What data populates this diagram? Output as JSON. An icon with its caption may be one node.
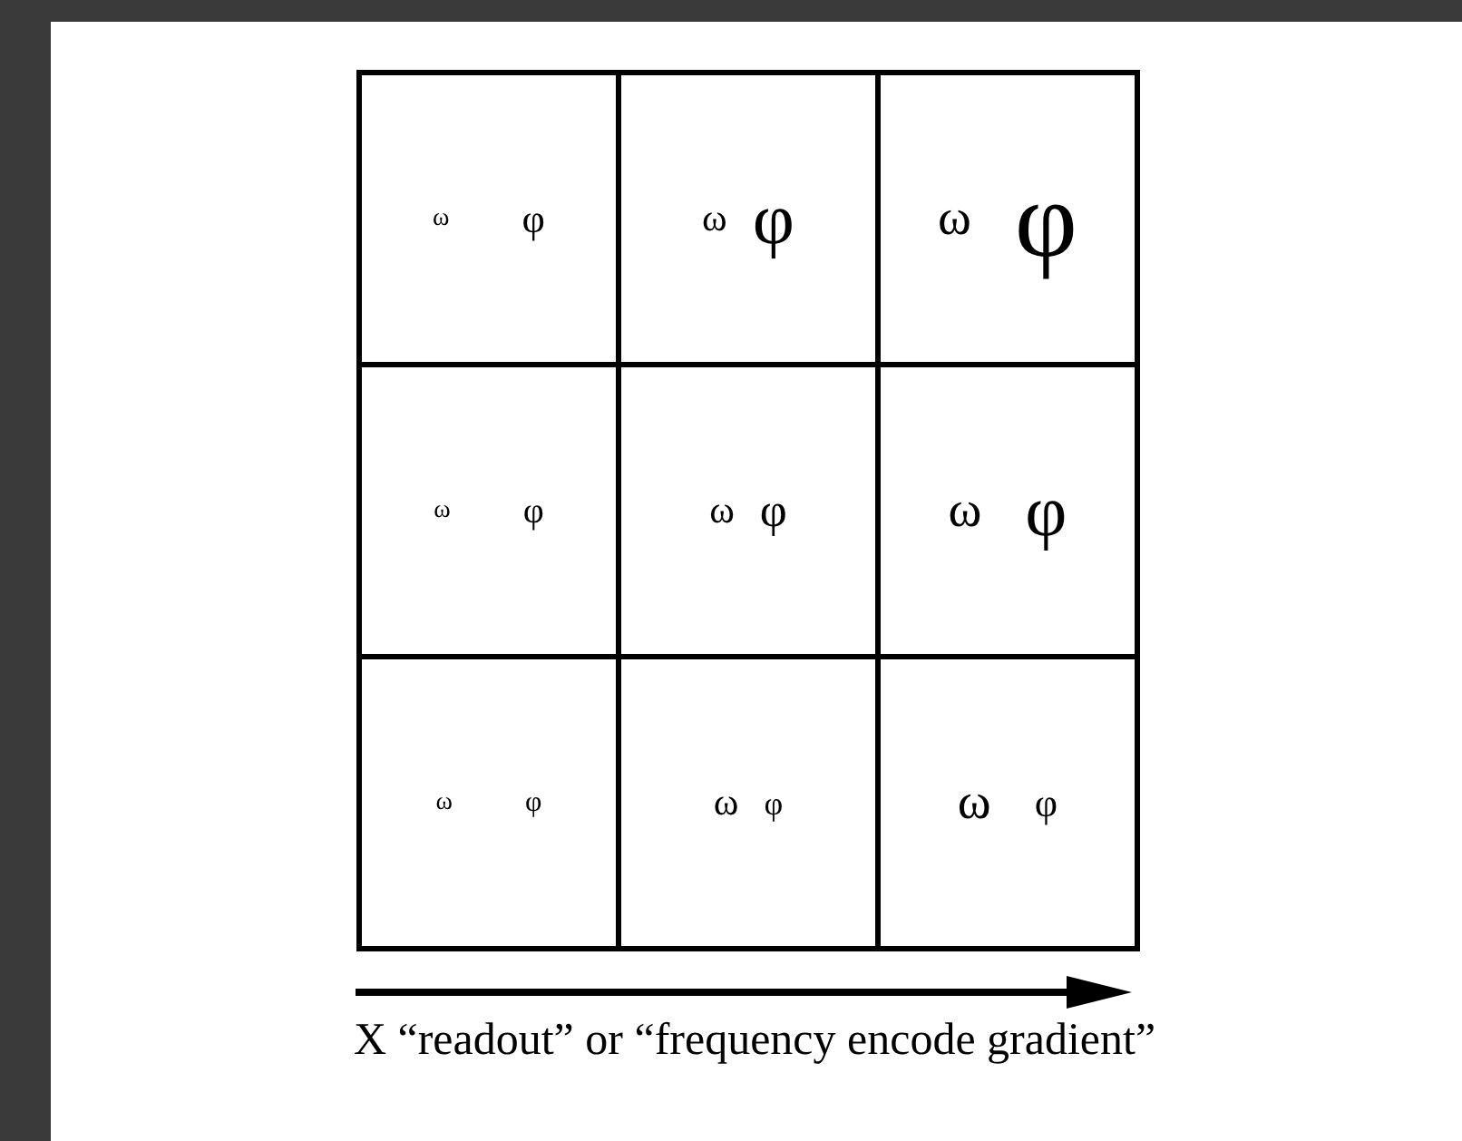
{
  "diagram": {
    "nodes": [
      {
        "text": [
          "ω",
          "φ"
        ]
      },
      {
        "text": [
          "ω",
          "φ"
        ]
      },
      {
        "text": [
          "ω",
          "φ"
        ]
      },
      {
        "text": [
          "ω",
          "φ"
        ]
      },
      {
        "text": [
          "ω",
          "φ"
        ]
      },
      {
        "text": [
          "ω",
          "φ"
        ]
      },
      {
        "text": [
          "ω",
          "φ"
        ]
      },
      {
        "text": [
          "ω",
          "φ"
        ]
      },
      {
        "text": [
          "ω",
          "φ"
        ]
      }
    ],
    "labels": [
      "X “readout” or “frequency encode gradient”"
    ]
  }
}
